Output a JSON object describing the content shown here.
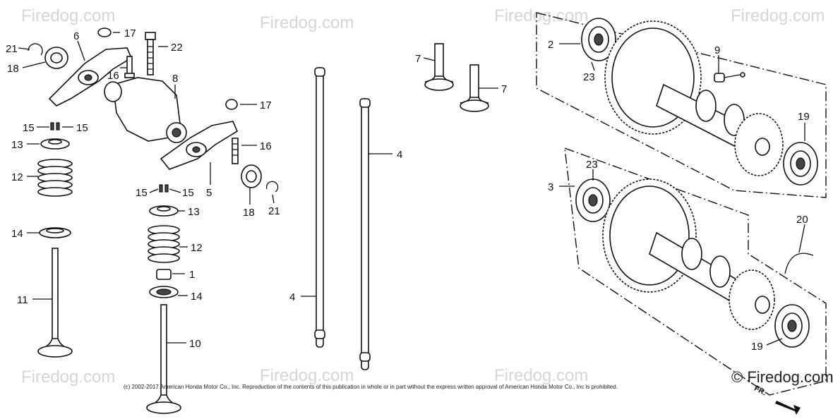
{
  "watermark": "Firedog.com",
  "brand": "© Firedog.com",
  "copyright": "(c) 2002-2017 American Honda Motor Co., Inc. Reproduction of the contents of this publication in whole or in part without the express written approval of American Honda Motor Co., Inc is prohibited.",
  "direction_label": "FR.",
  "callouts": {
    "c21a": "21",
    "c6": "6",
    "c17a": "17",
    "c22": "22",
    "c18a": "18",
    "c16a": "16",
    "c8": "8",
    "c17b": "17",
    "c15a": "15",
    "c15b": "15",
    "c16b": "16",
    "c13a": "13",
    "c12a": "12",
    "c5": "5",
    "c18b": "18",
    "c21b": "21",
    "c15c": "15",
    "c15d": "15",
    "c13b": "13",
    "c12b": "12",
    "c14a": "14",
    "c1": "1",
    "c14b": "14",
    "c11": "11",
    "c10": "10",
    "c4a": "4",
    "c4b": "4",
    "c7a": "7",
    "c7b": "7",
    "c2": "2",
    "c9": "9",
    "c23a": "23",
    "c19a": "19",
    "c3": "3",
    "c23b": "23",
    "c20": "20",
    "c19b": "19"
  }
}
